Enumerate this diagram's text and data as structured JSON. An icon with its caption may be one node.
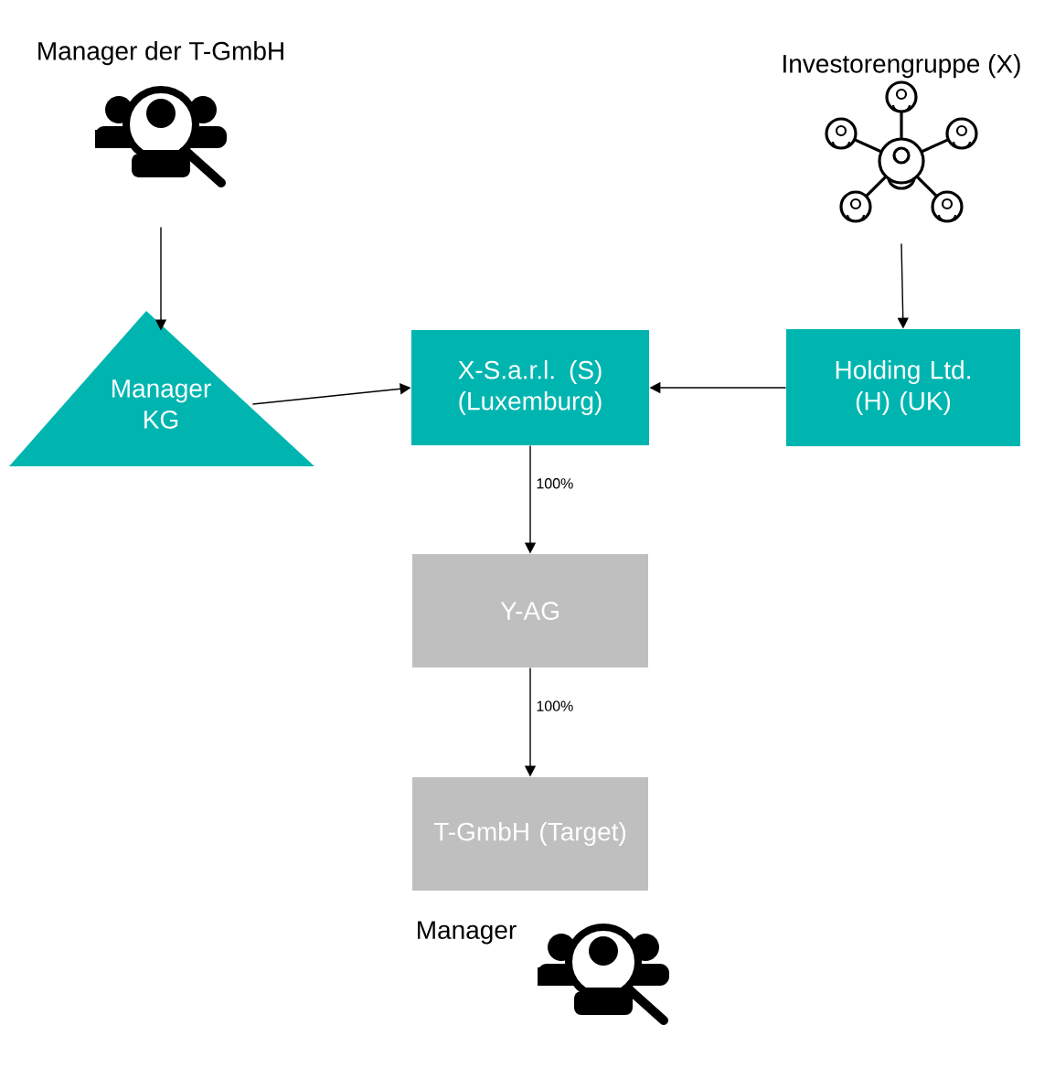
{
  "diagram": {
    "nodes": [
      {
        "text": [
          "Manager der T-GmbH"
        ]
      },
      {
        "text": [
          "Investorengruppe (X)"
        ]
      },
      {
        "text": [
          "Manager KG"
        ]
      },
      {
        "text": [
          "X-S.a.r.l. (S) (Luxemburg)"
        ]
      },
      {
        "text": [
          "Holding Ltd. (H) (UK)"
        ]
      },
      {
        "text": [
          "Y-AG"
        ]
      },
      {
        "text": [
          "T-GmbH (Target)"
        ]
      }
    ],
    "edges": [
      {
        "from": 0,
        "to": 2,
        "arrow": "to"
      },
      {
        "from": 1,
        "to": 4,
        "arrow": "to"
      },
      {
        "from": 2,
        "to": 3,
        "arrow": "to"
      },
      {
        "from": 4,
        "to": 3,
        "arrow": "to"
      },
      {
        "from": 3,
        "to": 5,
        "arrow": "to",
        "label": "100%"
      },
      {
        "from": 5,
        "to": 6,
        "arrow": "to",
        "label": "100%"
      }
    ],
    "labels": [
      "Manager"
    ]
  }
}
